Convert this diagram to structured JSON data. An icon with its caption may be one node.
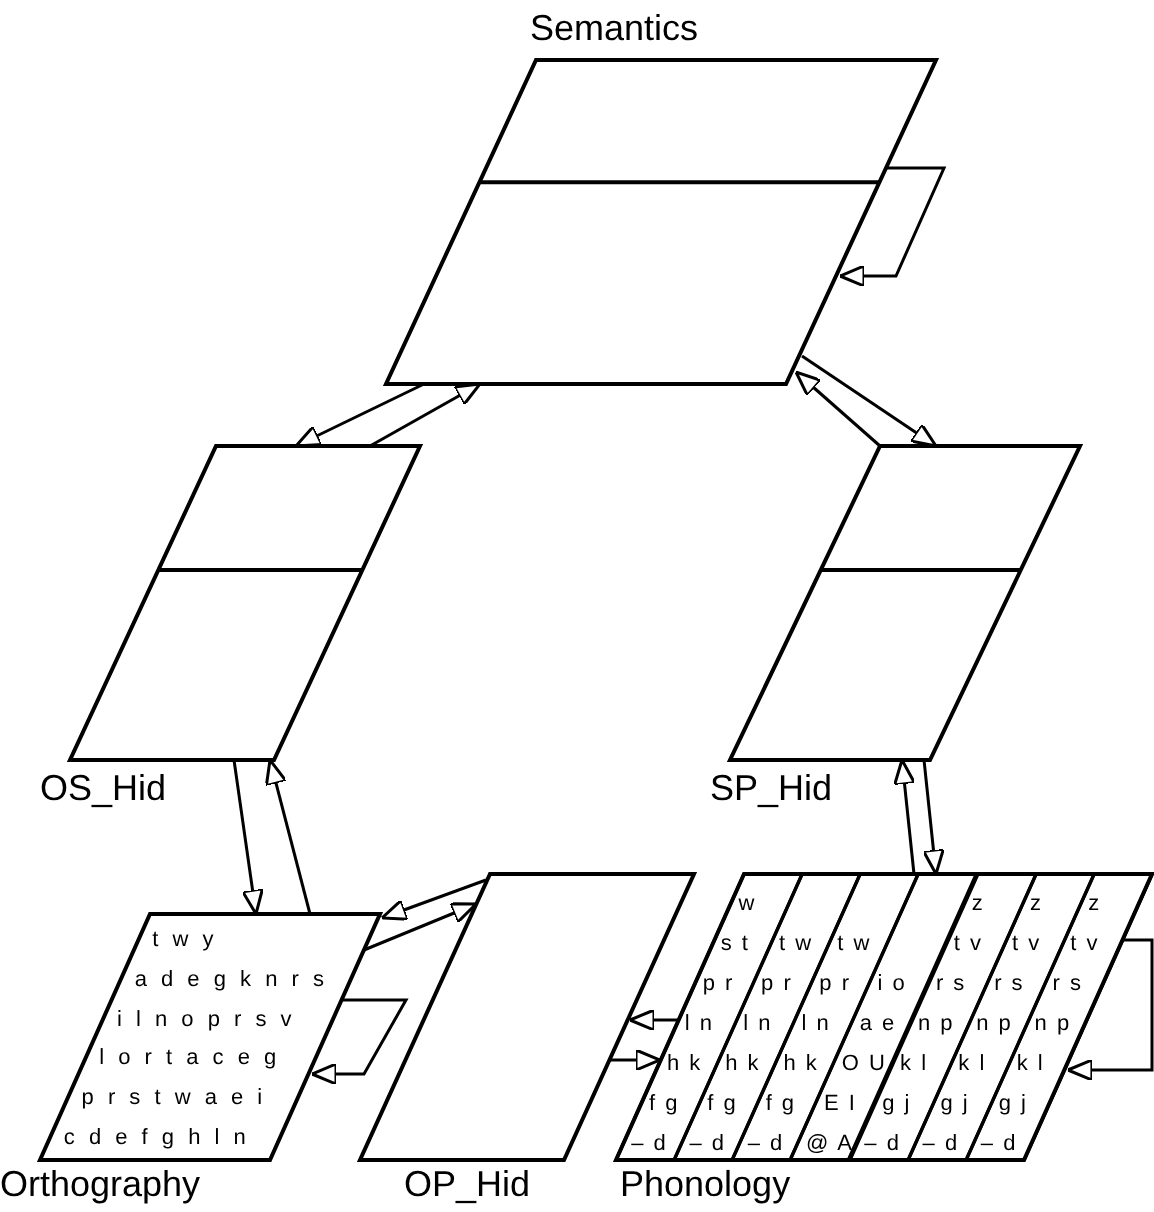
{
  "diagram": {
    "nodes": [
      {
        "text": [
          "Semantics"
        ]
      },
      {
        "text": [
          "OS_Hid"
        ]
      },
      {
        "text": [
          "SP_Hid"
        ]
      },
      {
        "text": [
          "t w y",
          "a d e g k n r s",
          "i l n o p r s v",
          "l o r t a c e g",
          "p r s t w a e i",
          "c d e f g h l n",
          "Orthography"
        ]
      },
      {
        "text": [
          "OP_Hid"
        ]
      },
      {
        "text": [
          "Phonology"
        ]
      },
      {
        "text": [
          "w",
          "s t",
          "p r",
          "l n",
          "h k",
          "f g",
          "– d"
        ],
        "in": 5
      },
      {
        "text": [
          "t w",
          "p r",
          "l n",
          "h k",
          "f g",
          "– d"
        ],
        "in": 5
      },
      {
        "text": [
          "t w",
          "p r",
          "l n",
          "h k",
          "f g",
          "– d"
        ],
        "in": 5
      },
      {
        "text": [
          "i o",
          "a e",
          "O U",
          "E I",
          "@ A"
        ],
        "in": 5
      },
      {
        "text": [
          "z",
          "t v",
          "r s",
          "n p",
          "k l",
          "g j",
          "– d"
        ],
        "in": 5
      },
      {
        "text": [
          "z",
          "t v",
          "r s",
          "n p",
          "k l",
          "g j",
          "– d"
        ],
        "in": 5
      },
      {
        "text": [
          "z",
          "t v",
          "r s",
          "n p",
          "k l",
          "g j",
          "– d"
        ],
        "in": 5
      }
    ],
    "edges": [
      {
        "from": 0,
        "to": 0,
        "arrow": "to"
      },
      {
        "from": 0,
        "to": 1,
        "arrow": "to"
      },
      {
        "from": 1,
        "to": 0,
        "arrow": "to"
      },
      {
        "from": 0,
        "to": 2,
        "arrow": "to"
      },
      {
        "from": 2,
        "to": 0,
        "arrow": "to"
      },
      {
        "from": 1,
        "to": 3,
        "arrow": "to"
      },
      {
        "from": 3,
        "to": 1,
        "arrow": "to"
      },
      {
        "from": 3,
        "to": 4,
        "arrow": "to"
      },
      {
        "from": 4,
        "to": 3,
        "arrow": "to"
      },
      {
        "from": 3,
        "to": 3,
        "arrow": "to"
      },
      {
        "from": 5,
        "to": 4,
        "arrow": "to"
      },
      {
        "from": 4,
        "to": 5,
        "arrow": "to"
      },
      {
        "from": 2,
        "to": 5,
        "arrow": "to"
      },
      {
        "from": 5,
        "to": 2,
        "arrow": "to"
      },
      {
        "from": 12,
        "to": 12,
        "arrow": "to"
      }
    ]
  }
}
